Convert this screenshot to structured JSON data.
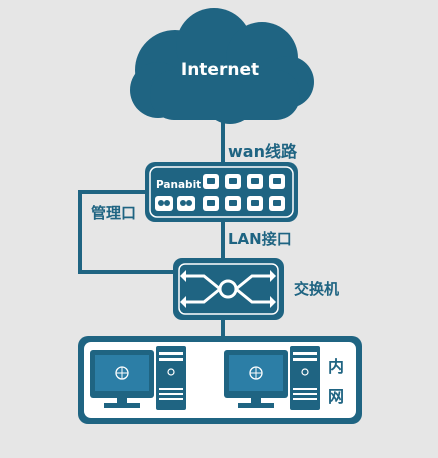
{
  "diagram": {
    "colors": {
      "primary": "#1f6482",
      "background": "#e6e6e6",
      "white": "#ffffff",
      "screen": "#2c7ea6"
    },
    "internet_label": "Internet",
    "wan_label": "wan线路",
    "device_label": "Panabit",
    "mgmt_label": "管理口",
    "lan_label": "LAN接口",
    "switch_label": "交换机",
    "intranet_label_1": "内",
    "intranet_label_2": "网",
    "icons": [
      "cloud-icon",
      "router-icon",
      "switch-icon",
      "monitor-icon",
      "computer-tower-icon"
    ]
  }
}
